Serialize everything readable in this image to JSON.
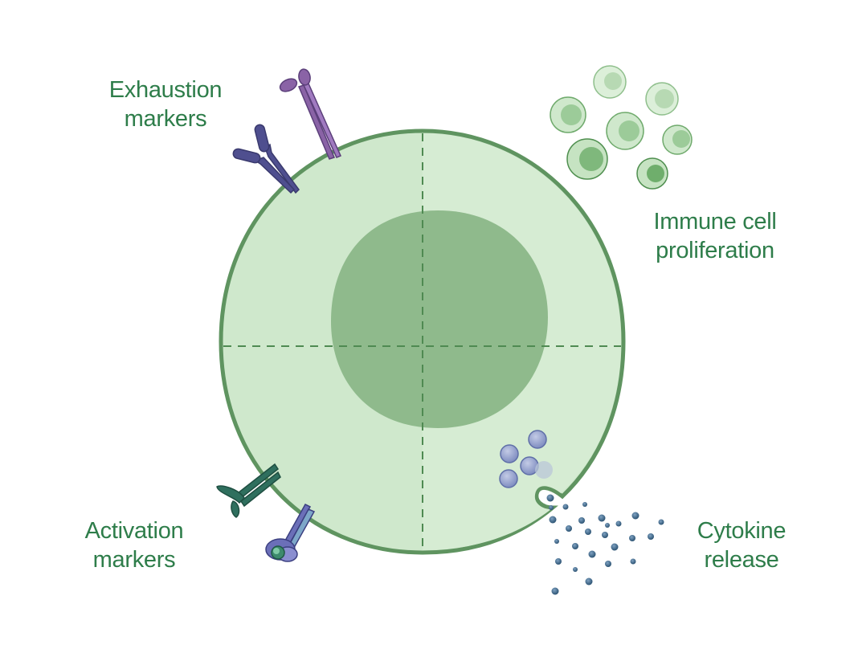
{
  "labels": {
    "exhaustion": [
      "Exhaustion",
      "markers"
    ],
    "immune": [
      "Immune cell",
      "proliferation"
    ],
    "activation": [
      "Activation",
      "markers"
    ],
    "cytokine": [
      "Cytokine",
      "release"
    ]
  },
  "colors": {
    "text_green": "#2e7d4a",
    "cell_fill": "#cfe8cc",
    "cell_stroke": "#5f9460",
    "nucleus_fill": "#8fba8c",
    "exhaustion_marker_purple": "#8a63a6",
    "exhaustion_marker_indigo": "#4f4f8f",
    "activation_marker_teal": "#2f6f5e",
    "activation_marker_blue": "#6b6fb8",
    "cytokine_blue": "#8e99c8",
    "cytokine_dark": "#2e5a7a"
  },
  "icons": {
    "exhaustion": "antibody-receptor-icon",
    "activation": "receptor-complex-icon",
    "proliferation": "cell-cluster-icon",
    "cytokine": "secreted-particles-icon"
  }
}
